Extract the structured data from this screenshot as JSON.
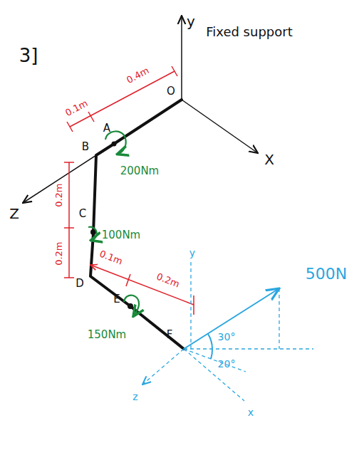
{
  "diagram": {
    "labels": [
      "3]",
      "y",
      "Fixed support",
      "O",
      "X",
      "Z",
      "0.1m",
      "0.4m",
      "A",
      "B",
      "200Nm",
      "0.2m",
      "0.2m",
      "C",
      "100Nm",
      "D",
      "0.1m",
      "0.2m",
      "E",
      "150Nm",
      "F",
      "y",
      "500N",
      "30°",
      "20°",
      "z",
      "x"
    ]
  }
}
